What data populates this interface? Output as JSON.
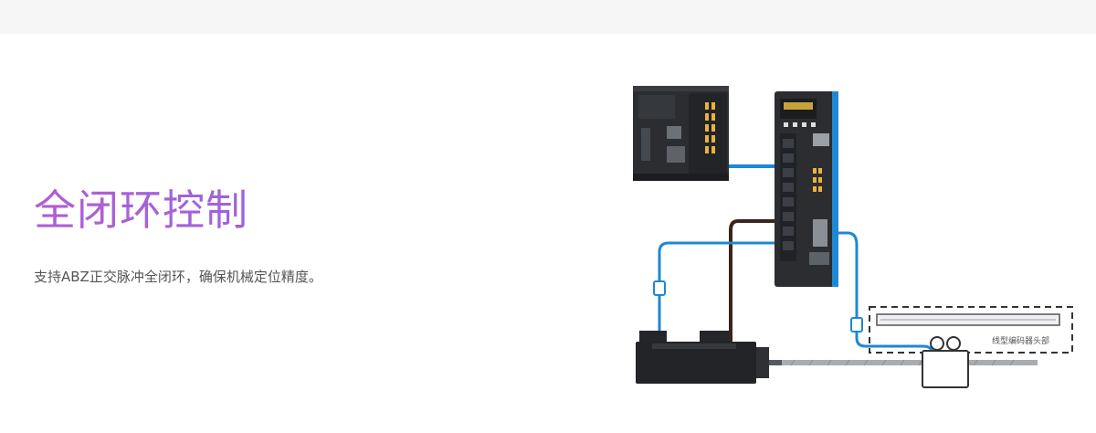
{
  "feature": {
    "title": "全闭环控制",
    "description": "支持ABZ正交脉冲全闭环，确保机械定位精度。"
  },
  "diagram": {
    "encoder_label": "线型编码器头部",
    "icons": [
      "plc-controller",
      "servo-drive",
      "servo-motor",
      "linear-encoder-scale",
      "encoder-read-head"
    ],
    "colors": {
      "accent_gradient_start": "#b15ed3",
      "accent_gradient_end": "#7c6ae8",
      "signal_cable": "#1e88d2",
      "power_cable": "#3a241e",
      "device_body": "#2b2d30"
    }
  }
}
